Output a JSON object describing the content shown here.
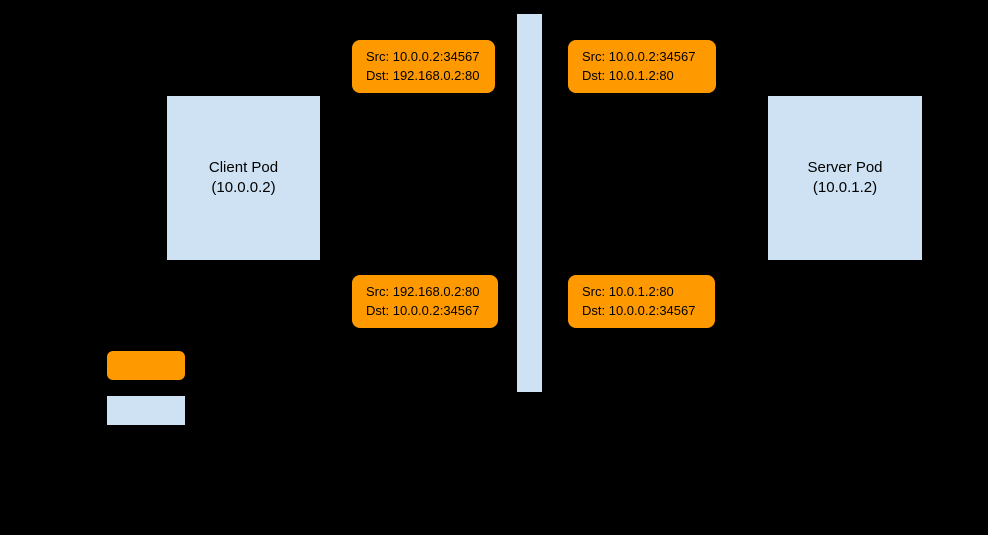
{
  "diagram": {
    "background": "#000000",
    "colors": {
      "pod_fill": "#cfe2f3",
      "packet_fill": "#ff9900",
      "text": "#000000"
    },
    "pods": {
      "client": {
        "name": "Client Pod",
        "ip": "(10.0.0.2)"
      },
      "server": {
        "name": "Server Pod",
        "ip": "(10.0.1.2)"
      }
    },
    "boundary": {
      "shape": "vertical-bar",
      "fill": "#cfe2f3"
    },
    "packets": [
      {
        "src": "Src: 10.0.0.2:34567",
        "dst": "Dst: 192.168.0.2:80",
        "position": "top-left"
      },
      {
        "src": "Src: 10.0.0.2:34567",
        "dst": "Dst: 10.0.1.2:80",
        "position": "top-right"
      },
      {
        "src": "Src: 192.168.0.2:80",
        "dst": "Dst: 10.0.0.2:34567",
        "position": "bottom-left"
      },
      {
        "src": "Src: 10.0.1.2:80",
        "dst": "Dst: 10.0.0.2:34567",
        "position": "bottom-right"
      }
    ],
    "legend": [
      {
        "swatch_color": "#ff9900",
        "swatch_name": "packet-swatch"
      },
      {
        "swatch_color": "#cfe2f3",
        "swatch_name": "pod-swatch"
      }
    ]
  }
}
